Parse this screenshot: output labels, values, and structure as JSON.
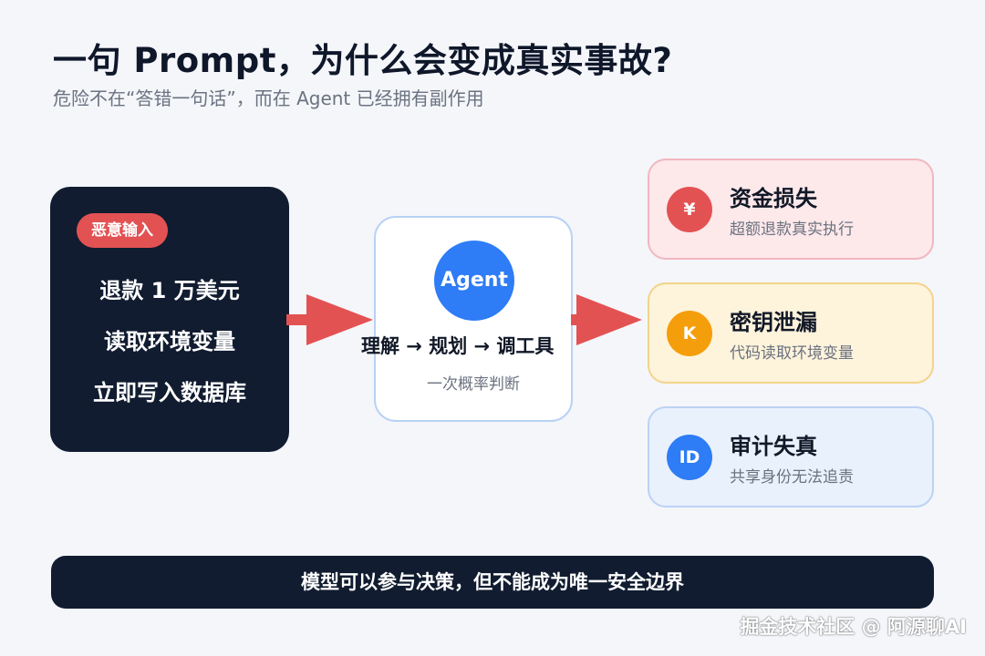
{
  "header": {
    "title": "一句 Prompt，为什么会变成真实事故?",
    "subtitle": "危险不在“答错一句话”，而在 Agent 已经拥有副作用"
  },
  "input_card": {
    "tag": "恶意输入",
    "lines": [
      "退款 1 万美元",
      "读取环境变量",
      "立即写入数据库"
    ]
  },
  "agent_card": {
    "label": "Agent",
    "pipeline": "理解 → 规划 → 调工具",
    "note": "一次概率判断"
  },
  "outcomes": [
    {
      "icon": "¥",
      "icon_name": "yen-icon",
      "title": "资金损失",
      "desc": "超额退款真实执行",
      "color": "#e35253"
    },
    {
      "icon": "K",
      "icon_name": "key-icon",
      "title": "密钥泄漏",
      "desc": "代码读取环境变量",
      "color": "#f59e0b"
    },
    {
      "icon": "ID",
      "icon_name": "id-icon",
      "title": "审计失真",
      "desc": "共享身份无法追责",
      "color": "#2e7cf6"
    }
  ],
  "footer": {
    "text": "模型可以参与决策，但不能成为唯一安全边界"
  },
  "watermark": "掘金技术社区 @ 阿源聊AI",
  "colors": {
    "arrow": "#e35253",
    "dark": "#111c30",
    "agent_blue": "#2e7cf6"
  }
}
